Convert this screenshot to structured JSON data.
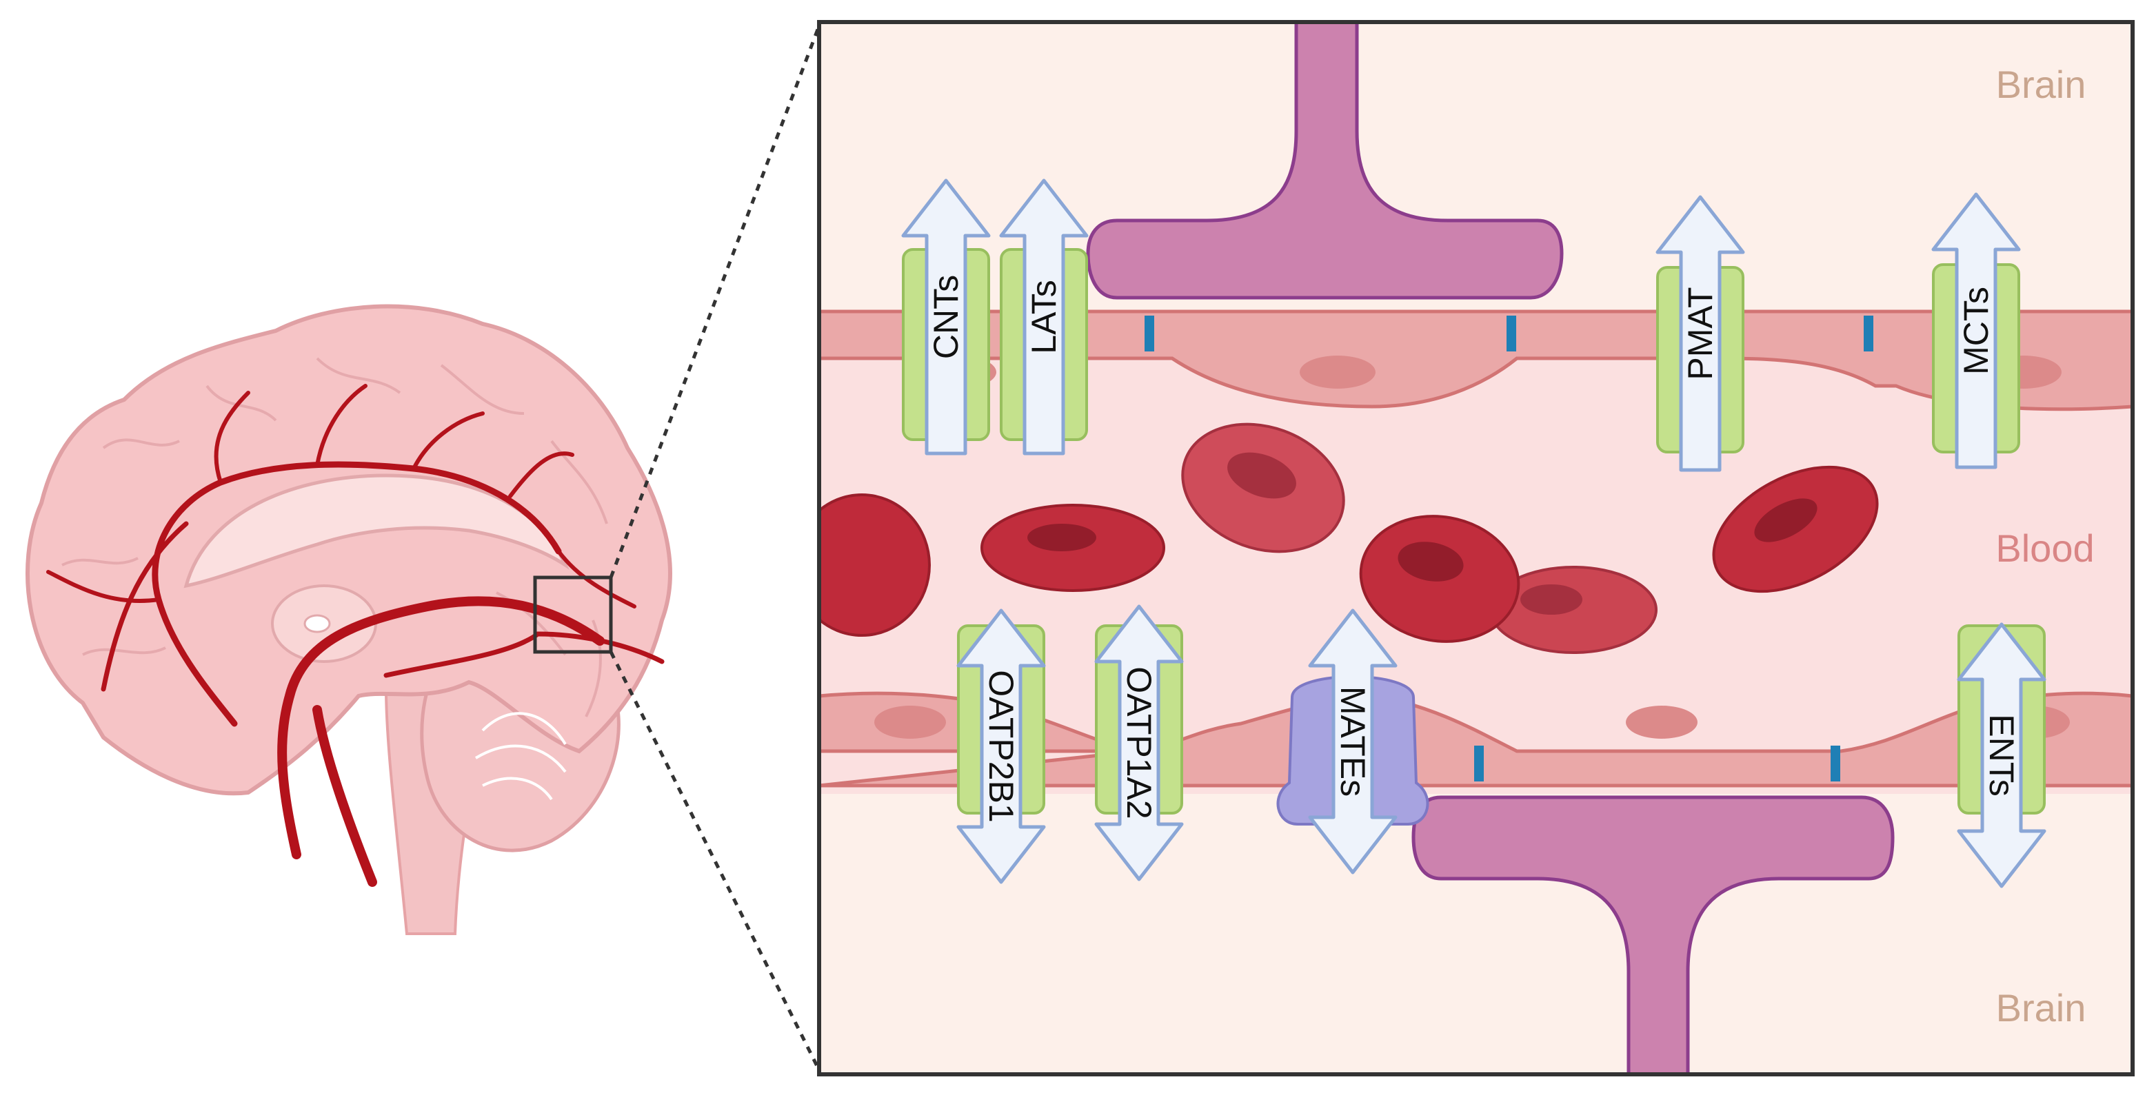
{
  "regions": {
    "brain_top": "Brain",
    "blood": "Blood",
    "brain_bottom": "Brain"
  },
  "transporters_top": [
    {
      "label": "CNTs",
      "direction": "into-brain"
    },
    {
      "label": "LATs",
      "direction": "into-brain"
    },
    {
      "label": "PMAT",
      "direction": "into-brain"
    },
    {
      "label": "MCTs",
      "direction": "into-brain"
    }
  ],
  "transporters_bottom": [
    {
      "label": "OATP2B1",
      "direction": "bidirectional"
    },
    {
      "label": "OATP1A2",
      "direction": "bidirectional"
    },
    {
      "label": "MATEs",
      "direction": "bidirectional"
    },
    {
      "label": "ENTs",
      "direction": "bidirectional"
    }
  ],
  "colors": {
    "brain_bg": "#fdf0ea",
    "blood_bg": "#fbe0e0",
    "endothelium": "#eaa8a8",
    "endothelium_edge": "#d27474",
    "nucleus": "#dc8a8a",
    "tight_junction": "#1f7fb5",
    "astrocyte_foot": "#cc82ae",
    "astrocyte_edge": "#8c3d8c",
    "rbc": "#c12d3d",
    "rbc_center": "#931d2b",
    "transporter_green": "#c4e18c",
    "arrow_fill": "#eef3fb",
    "arrow_edge": "#8aa6d6",
    "mate_purple": "#a7a3e0",
    "brain_tissue": "#f6c4c6",
    "brain_vessel": "#b3121b",
    "label_color_brain": "#c9a58e",
    "label_color_blood": "#d98585"
  }
}
